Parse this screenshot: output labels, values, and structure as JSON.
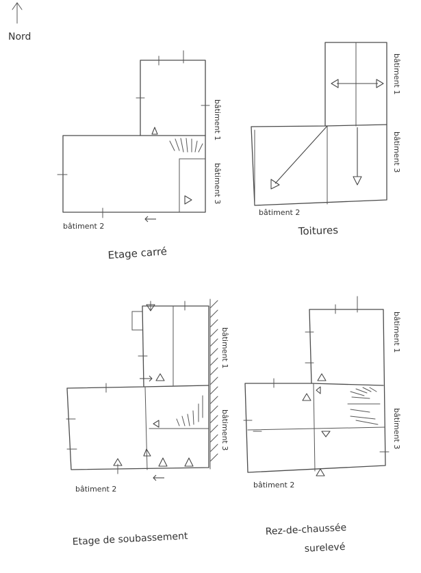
{
  "compass": {
    "label": "Nord"
  },
  "plans": {
    "etage_carre": {
      "title": "Etage carré",
      "labels": {
        "b1": "bâtiment 1",
        "b2": "bâtiment 2",
        "b3": "bâtiment 3"
      }
    },
    "toitures": {
      "title": "Toitures",
      "labels": {
        "b1": "bâtiment 1",
        "b2": "bâtiment 2",
        "b3": "bâtiment 3"
      }
    },
    "soubassement": {
      "title": "Etage de soubassement",
      "labels": {
        "b1": "bâtiment 1",
        "b2": "bâtiment 2",
        "b3": "bâtiment 3"
      }
    },
    "rez_de_chaussee": {
      "title_line1": "Rez-de-chaussée",
      "title_line2": "surelevé",
      "labels": {
        "b1": "bâtiment 1",
        "b2": "bâtiment 2",
        "b3": "bâtiment 3"
      }
    }
  }
}
